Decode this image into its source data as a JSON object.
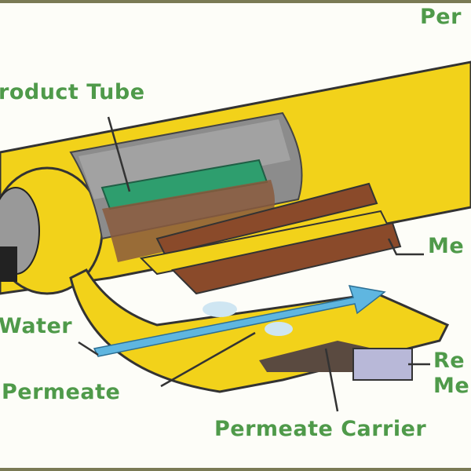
{
  "labels": {
    "permeate_top": "Per",
    "product_tube": "roduct Tube",
    "membrane": "Me",
    "feed_water": "Water",
    "permeate": "Permeate",
    "reject_line1": "Re",
    "reject_line2": "Me",
    "permeate_carrier": "Permeate Carrier"
  },
  "colors": {
    "label": "#4f9a4a",
    "tube": "#f2d21a",
    "membrane": "#8a4a2a",
    "product_tube": "#2e9e6e",
    "flow": "#5fb6e0"
  }
}
